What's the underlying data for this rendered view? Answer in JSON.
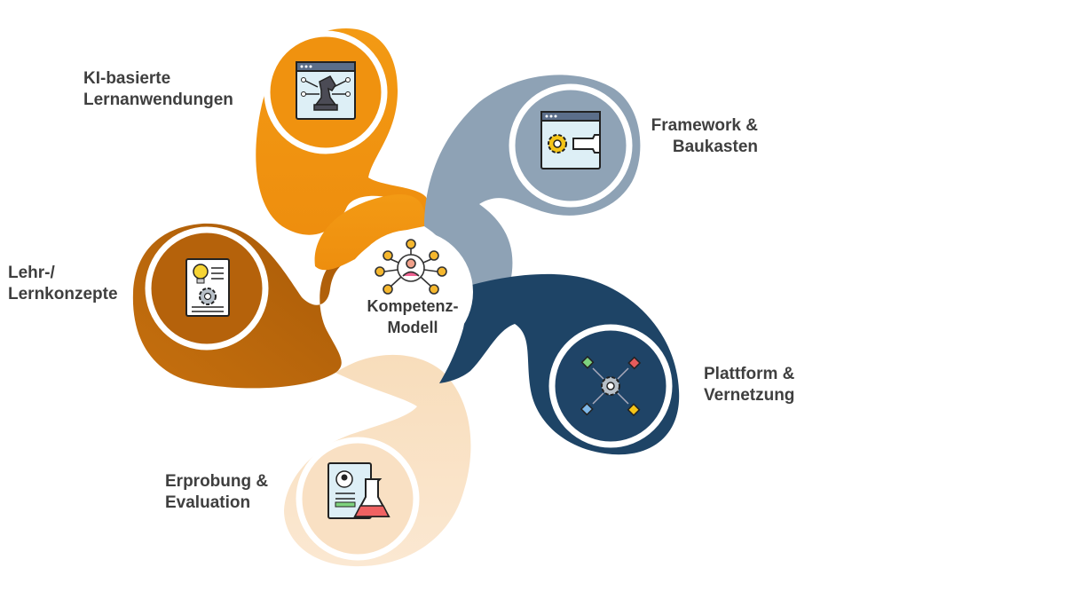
{
  "center": {
    "line1": "Kompetenz-",
    "line2": "Modell",
    "icon": "network-person-icon"
  },
  "petals": [
    {
      "id": "ki",
      "line1": "KI-basierte",
      "line2": "Lernanwendungen",
      "color": "#F0920F",
      "icon": "ai-chess-icon"
    },
    {
      "id": "framework",
      "line1": "Framework &",
      "line2": "Baukasten",
      "color": "#8EA2B5",
      "icon": "gear-wrench-window-icon"
    },
    {
      "id": "plattform",
      "line1": "Plattform &",
      "line2": "Vernetzung",
      "color": "#1E4466",
      "icon": "network-gears-icon"
    },
    {
      "id": "erprobung",
      "line1": "Erprobung &",
      "line2": "Evaluation",
      "color": "#F9E1C2",
      "icon": "document-flask-icon"
    },
    {
      "id": "lehr",
      "line1": "Lehr-/",
      "line2": "Lernkonzepte",
      "color": "#B8650A",
      "icon": "idea-document-icon"
    }
  ]
}
